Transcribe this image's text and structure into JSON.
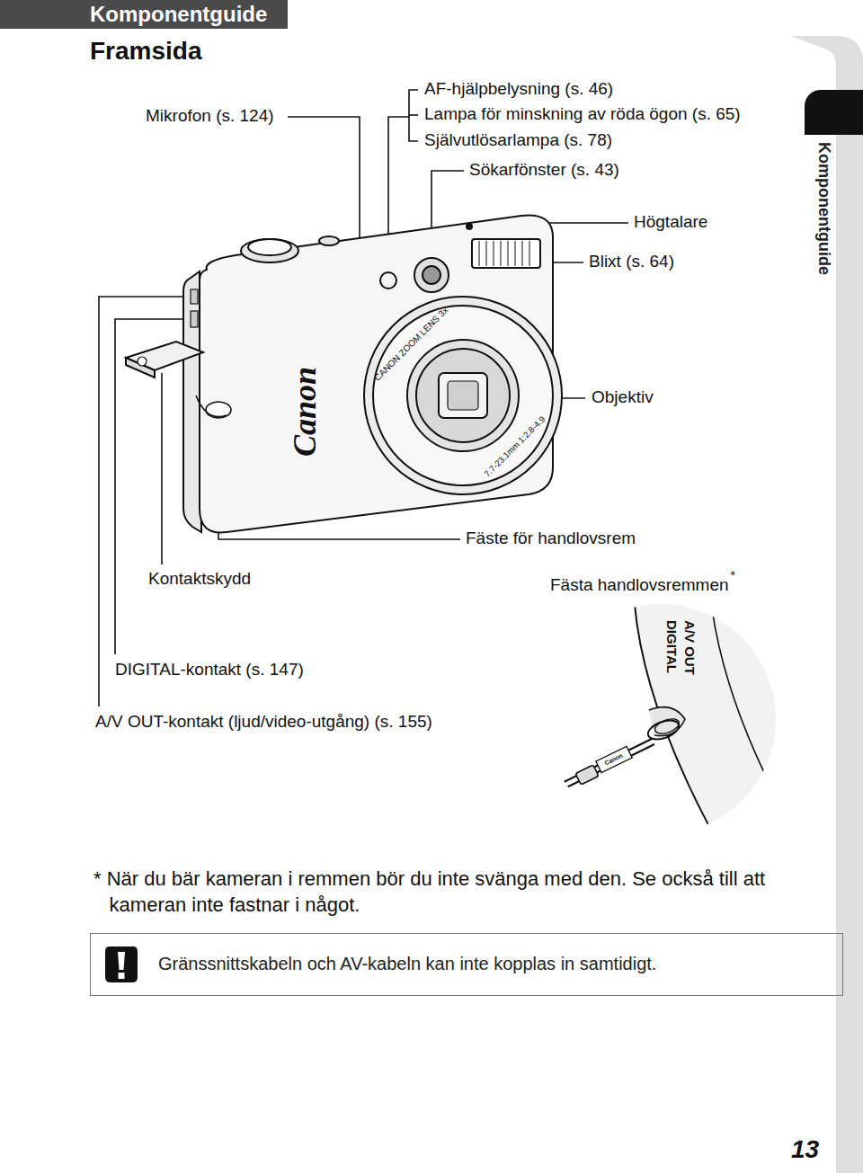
{
  "diagram": {
    "title": "Framsida",
    "nodes": [
      {
        "text": [
          "Komponentguide"
        ]
      },
      {
        "text": [
          "Komponentguide"
        ]
      },
      {
        "text": [
          "Gränssnittskabeln och AV-kabeln kan inte kopplas in samtidigt."
        ]
      }
    ],
    "labels": [
      "Mikrofon (s. 124)",
      "AF-hjälpbelysning (s. 46)",
      "Lampa för minskning av röda ögon (s. 65)",
      "Självutlösarlampa (s. 78)",
      "Sökarfönster (s. 43)",
      "Högtalare",
      "Blixt (s. 64)",
      "Canon",
      "CANON ZOOM LENS 3x",
      "7.7-23.1mm 1:2.8-4.9",
      "Objektiv",
      "Fäste för handlovsrem",
      "Kontaktskydd",
      "Fästa handlovsremmen",
      "*",
      "DIGITAL-kontakt (s. 147)",
      "A/V OUT-kontakt (ljud/video-utgång) (s. 155)",
      "A/V OUT",
      "DIGITAL",
      "Canon",
      "* När du bär kameran i remmen bör du inte svänga med den. Se också till att kameran inte fastnar i något.",
      "13"
    ]
  }
}
